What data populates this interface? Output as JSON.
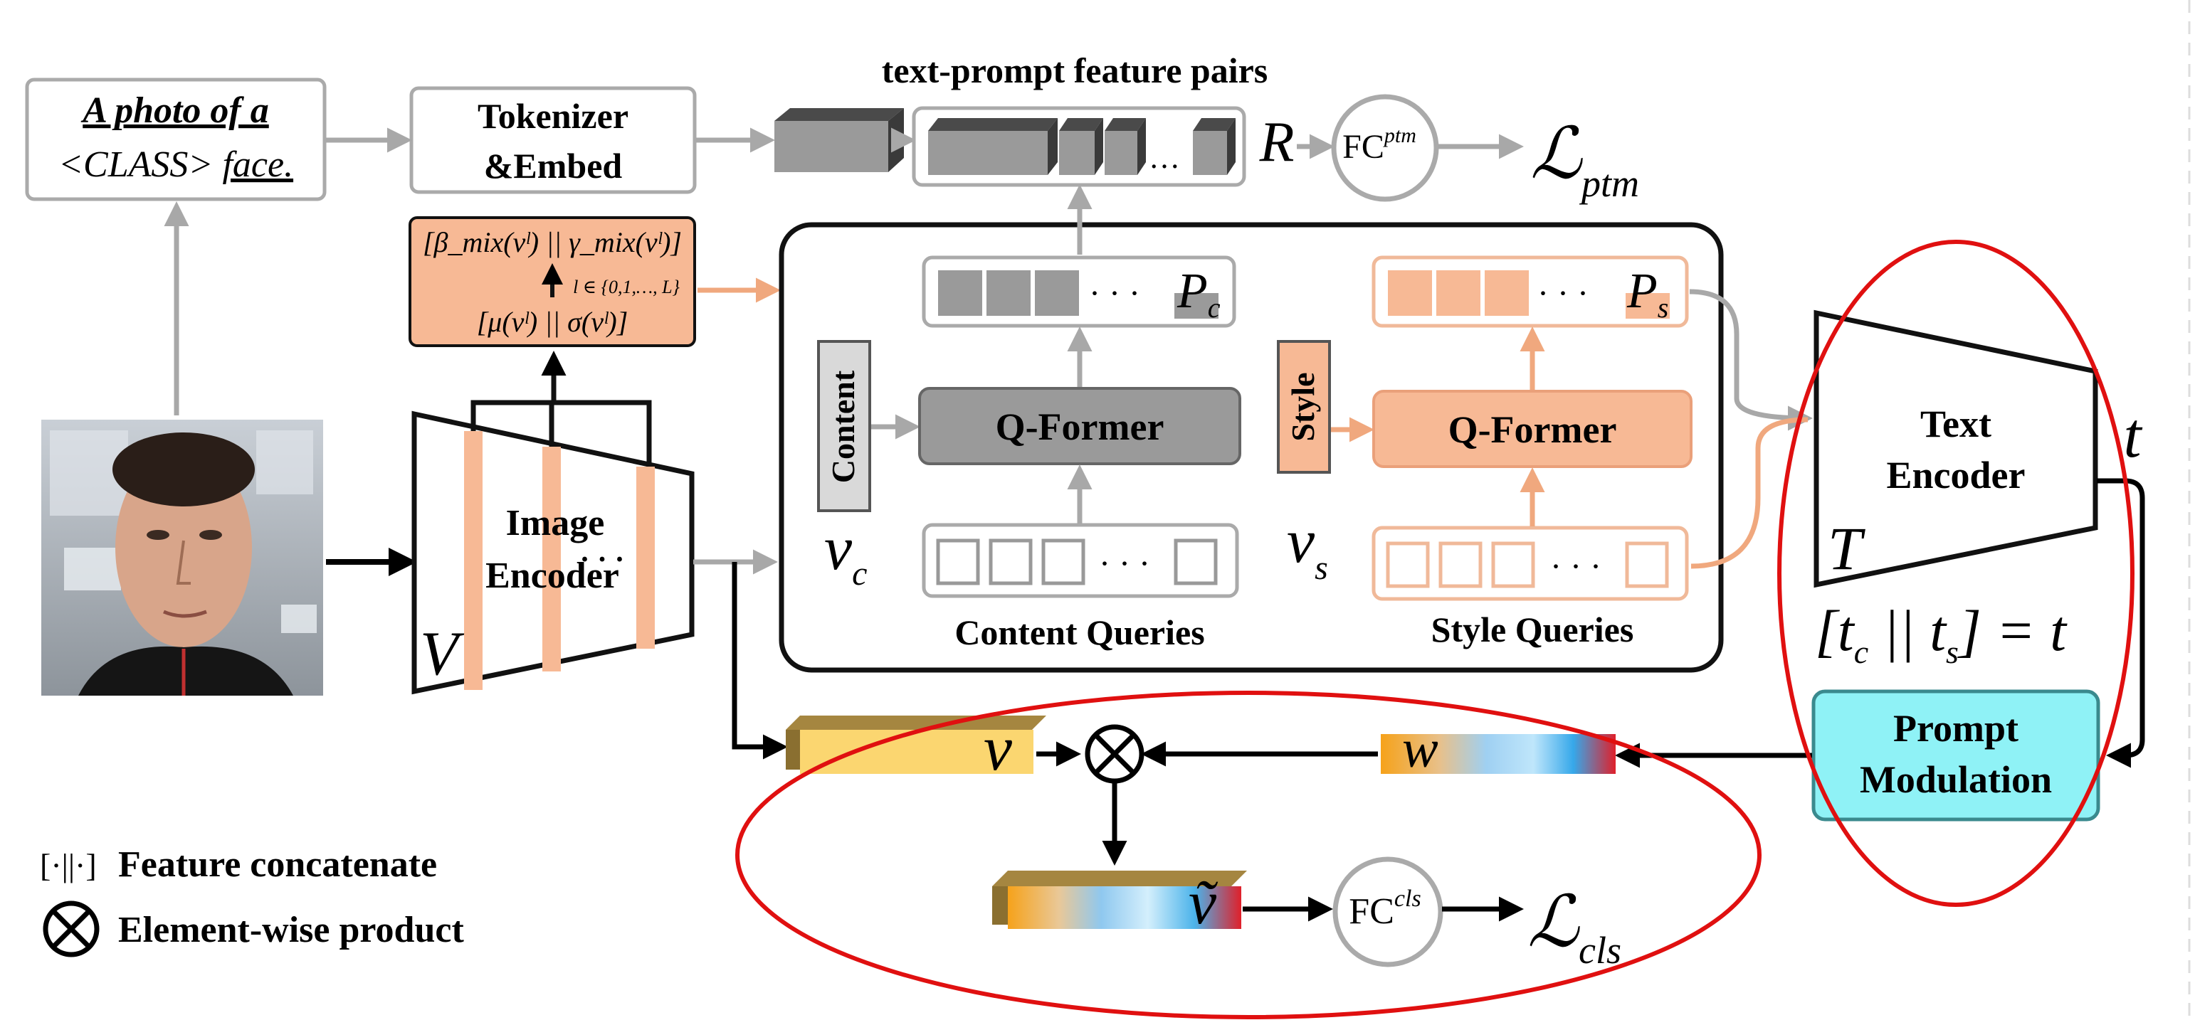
{
  "figure": {
    "input_text": {
      "line1": "A photo of a",
      "line2_prefix": "<CLASS>",
      "line2_suffix": "face."
    },
    "tokenizer": {
      "line1": "Tokenizer",
      "line2": "&Embed"
    },
    "pairs_title": "text-prompt feature pairs",
    "ellipsis": "…",
    "ellipsis_dots": "· · ·",
    "r_label": "R",
    "fc_ptm": {
      "base": "FC",
      "sup": "ptm"
    },
    "loss_ptm": {
      "symbol": "ℒ",
      "sub": "ptm"
    },
    "stats": {
      "top": "[β_mix(vˡ) || γ_mix(vˡ)]",
      "range": "l ∈ {0,1,…, L}",
      "bottom": "[μ(vˡ) || σ(vˡ)]"
    },
    "image_encoder": {
      "line1": "Image",
      "line2": "Encoder",
      "symbol": "V"
    },
    "content": {
      "tag": "Content",
      "qformer": "Q-Former",
      "queries": "Content Queries",
      "v_symbol": "v",
      "v_sub": "c",
      "p_symbol": "P",
      "p_sub": "c"
    },
    "style": {
      "tag": "Style",
      "qformer": "Q-Former",
      "queries": "Style Queries",
      "v_symbol": "v",
      "v_sub": "s",
      "p_symbol": "P",
      "p_sub": "s"
    },
    "text_encoder": {
      "line1": "Text",
      "line2": "Encoder",
      "symbol": "T",
      "out": "t"
    },
    "concat_eq": {
      "t": "t",
      "c": "c",
      "s": "s",
      "sep": "||",
      "eq": "= t"
    },
    "prompt_mod": {
      "line1": "Prompt",
      "line2": "Modulation"
    },
    "w_label": "w",
    "v_label": "v",
    "vtilde_label": "ṽ",
    "product_symbol": "⊗",
    "fc_cls": {
      "base": "FC",
      "sup": "cls"
    },
    "loss_cls": {
      "symbol": "ℒ",
      "sub": "cls"
    },
    "legend": {
      "concat_symbol": "[·||·]",
      "concat": "Feature concatenate",
      "product": "Element-wise product"
    }
  },
  "colors": {
    "orange": "#f7b995",
    "orange_stroke": "#e0a07a",
    "gray_box": "#9a9a9a",
    "dark_box": "#555555",
    "cyan": "#8ff2f6",
    "yellow": "#fbd670",
    "red_ellipse": "#e01010",
    "arrow_gray": "#a8a8a8"
  }
}
